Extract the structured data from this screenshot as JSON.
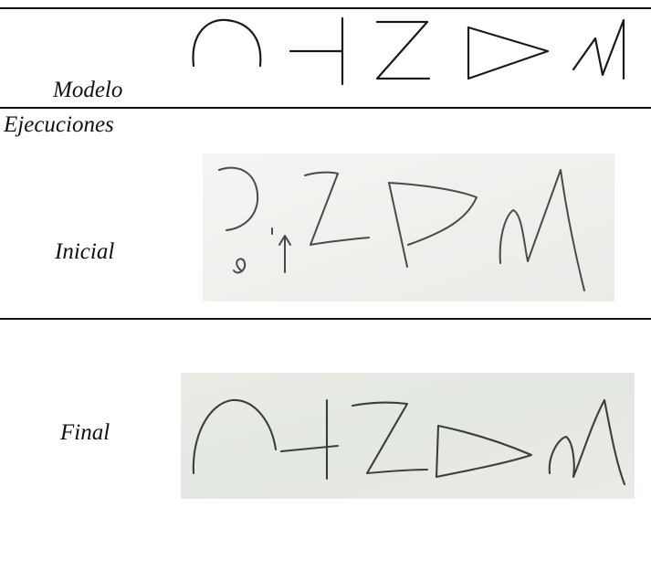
{
  "labels": {
    "modelo": "Modelo",
    "ejecuciones": "Ejecuciones",
    "inicial": "Inicial",
    "final": "Final"
  },
  "colors": {
    "rule": "#111111",
    "ink": "#1a1a1a",
    "pencil": "#4a4a4a",
    "paper_initial": "#f1f1ef",
    "paper_final": "#e9ece6"
  }
}
